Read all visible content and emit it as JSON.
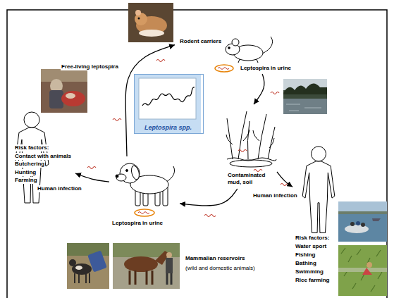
{
  "diagram": {
    "nodes": [
      {
        "text": [
          "Rodent carriers",
          "Leptospira in urine"
        ]
      },
      {
        "text": [
          "Contaminated mud, soil"
        ]
      },
      {
        "text": [
          "Risk factors:",
          "Water sport",
          "Fishing",
          "Bathing",
          "Swimming",
          "Rice farming"
        ]
      },
      {
        "text": [
          "Leptospira in urine"
        ]
      },
      {
        "text": [
          "Risk factors:",
          "Contact with animals",
          "Butchering",
          "Hunting",
          "Farming"
        ]
      },
      {
        "text": [
          "Leptospira spp."
        ]
      }
    ],
    "edges": [
      {
        "from": 0,
        "to": 1,
        "arrow": "to"
      },
      {
        "from": 1,
        "to": 3,
        "arrow": "to"
      },
      {
        "from": 1,
        "to": 2,
        "label": "Human infection",
        "arrow": "to"
      },
      {
        "from": 3,
        "to": 4,
        "label": "Human infection",
        "arrow": "to"
      },
      {
        "from": 3,
        "to": 0,
        "label": "Free-living leptospira",
        "arrow": "to"
      }
    ],
    "labels": [
      "Mammalian reservoirs",
      "(wild and domestic animals)"
    ]
  }
}
